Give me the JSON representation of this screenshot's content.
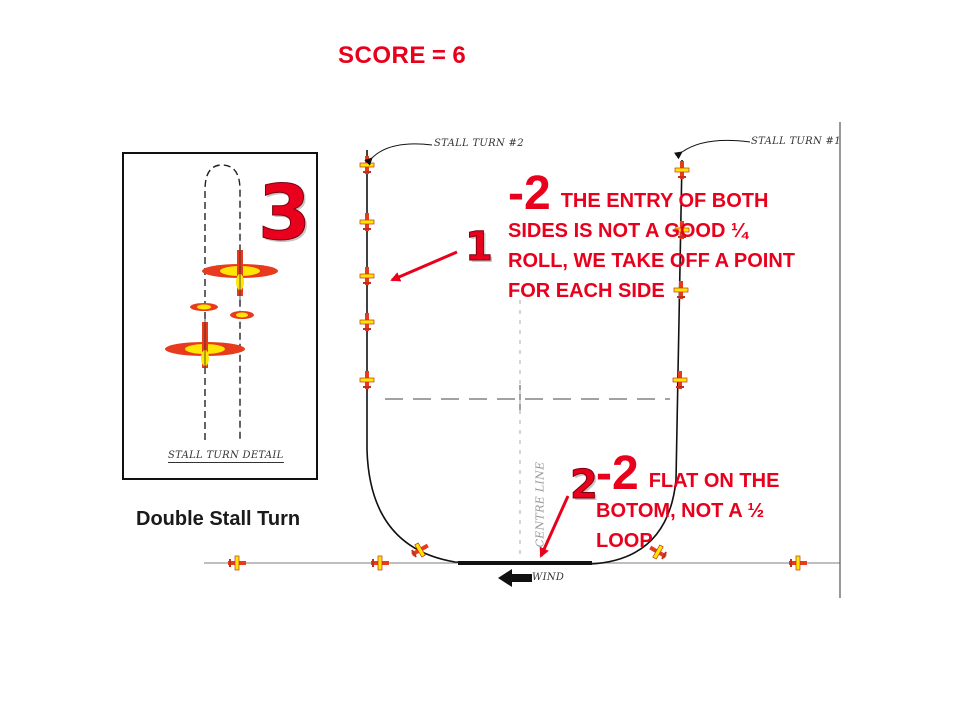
{
  "score": {
    "label": "SCORE",
    "equals": "=",
    "value": "6"
  },
  "diagram": {
    "caption": "Double Stall Turn",
    "stall_turn_1_label": "STALL TURN #1",
    "stall_turn_2_label": "STALL TURN #2",
    "detail_label": "STALL TURN DETAIL",
    "centreline_label": "CENTRE LINE",
    "wind_label": "WIND"
  },
  "annotations": {
    "marker_3": "3",
    "marker_1": "1",
    "marker_2": "2",
    "note1_deduction": "-2",
    "note1_text": "THE ENTRY OF BOTH SIDES IS NOT A GOOD ¼ ROLL, WE TAKE OFF A POINT FOR EACH SIDE",
    "note2_deduction": "-2",
    "note2_text": "FLAT ON THE BOTOM, NOT A ½ LOOP"
  },
  "colors": {
    "annotation_red": "#e8001c",
    "plane_red": "#e83a1c",
    "plane_yellow": "#ffe600",
    "line_black": "#111111"
  },
  "icons": [
    "arrow-icon",
    "plane-icon",
    "wind-arrow-icon"
  ]
}
